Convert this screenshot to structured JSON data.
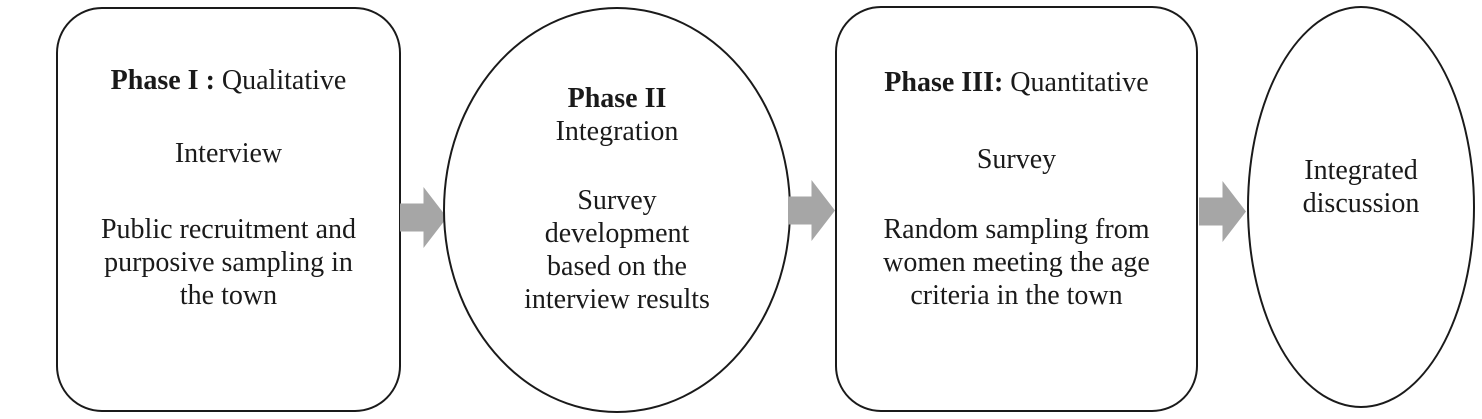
{
  "diagram": {
    "background_color": "#ffffff",
    "outline_color": "#1a1a1a",
    "text_color": "#1a1a1a",
    "arrow": {
      "color": "#a6a6a6",
      "direction": "right",
      "count": 3
    },
    "nodes": [
      {
        "id": "phase-1",
        "shape": "rounded-rectangle",
        "heading": {
          "bold": "Phase I :",
          "rest": " Qualitative"
        },
        "subtitle": "Interview",
        "body_lines": [
          "Public recruitment and",
          "purposive sampling in",
          "the town"
        ]
      },
      {
        "id": "phase-2",
        "shape": "ellipse",
        "heading": {
          "bold": "Phase II",
          "rest": ""
        },
        "subtitle": "Integration",
        "body_lines": [
          "Survey",
          "development",
          "based on the",
          "interview results"
        ]
      },
      {
        "id": "phase-3",
        "shape": "rounded-rectangle",
        "heading": {
          "bold": "Phase III:",
          "rest": " Quantitative"
        },
        "subtitle": "Survey",
        "body_lines": [
          "Random sampling from",
          "women meeting the age",
          "criteria in the town"
        ]
      },
      {
        "id": "outcome",
        "shape": "ellipse",
        "heading": {
          "bold": "",
          "rest": ""
        },
        "subtitle": "",
        "body_lines": [
          "Integrated",
          "discussion"
        ]
      }
    ]
  }
}
